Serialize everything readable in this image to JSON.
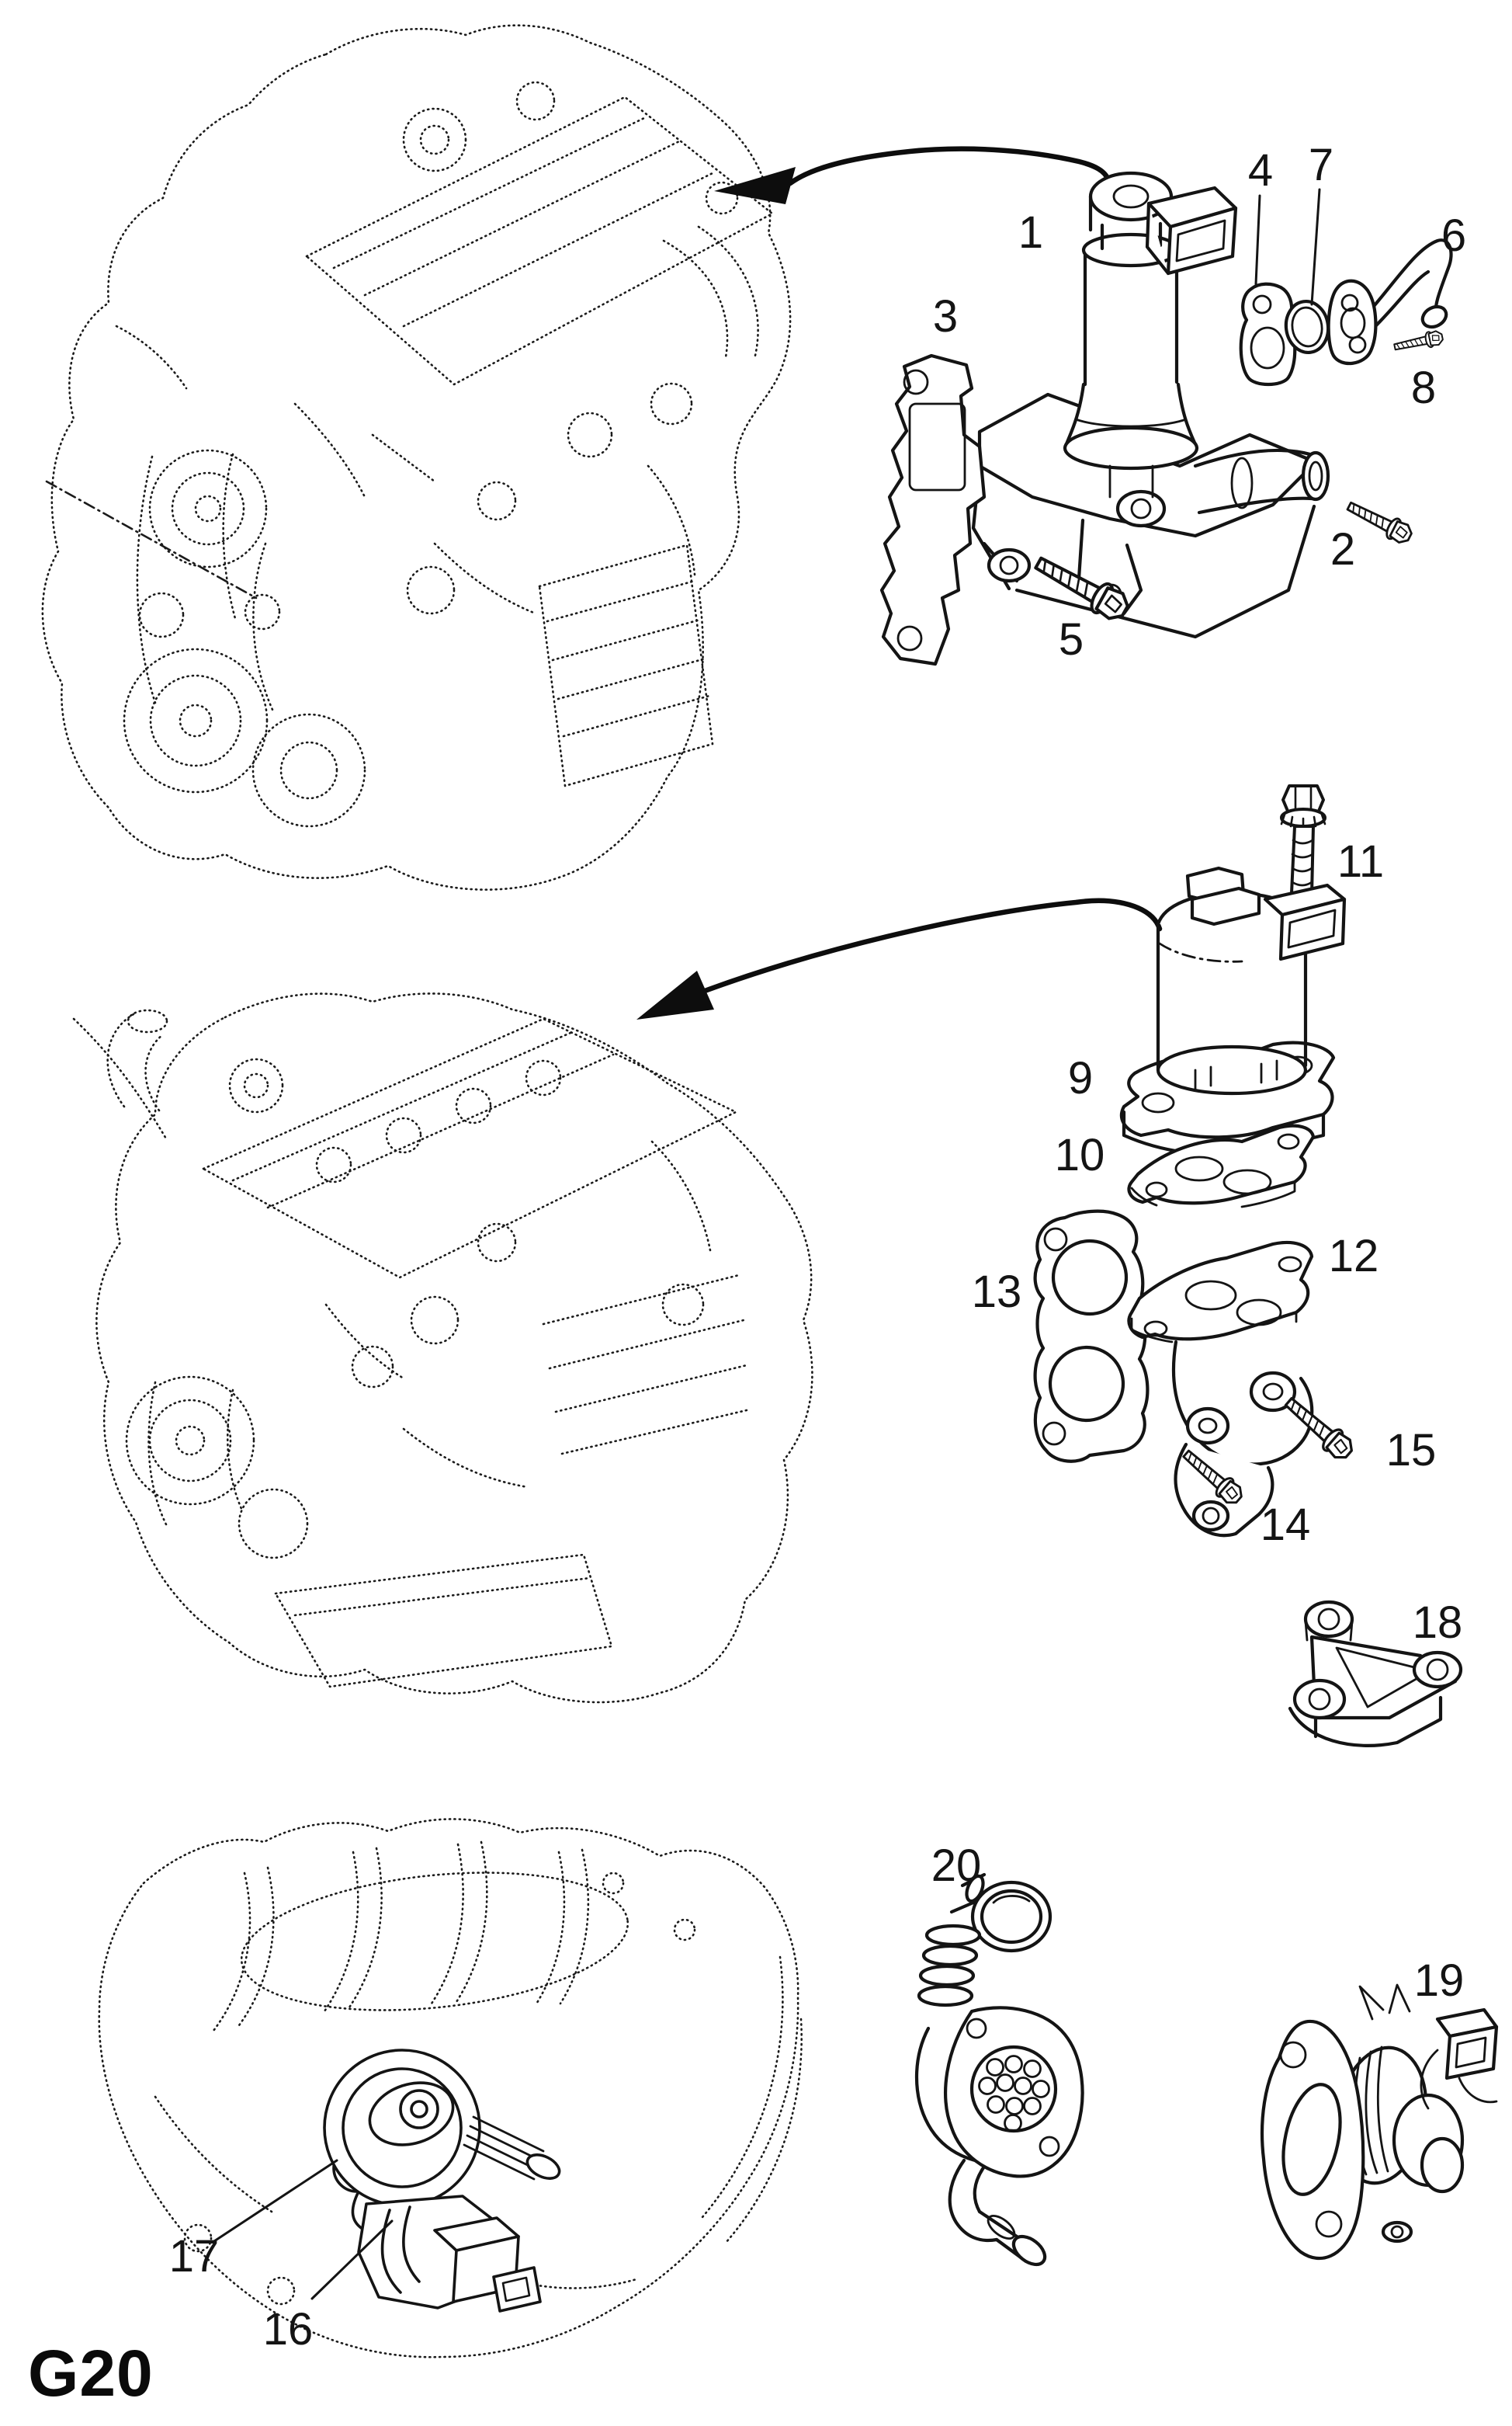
{
  "page": {
    "section_code": "G20",
    "background_color": "#ffffff",
    "ink_color": "#141414"
  },
  "callouts": {
    "p1": "1",
    "p2": "2",
    "p3": "3",
    "p4": "4",
    "p5": "5",
    "p6": "6",
    "p7": "7",
    "p8": "8",
    "p9": "9",
    "p10": "10",
    "p11": "11",
    "p12": "12",
    "p13": "13",
    "p14": "14",
    "p15": "15",
    "p16": "16",
    "p17": "17",
    "p18": "18",
    "p19": "19",
    "p20": "20"
  }
}
